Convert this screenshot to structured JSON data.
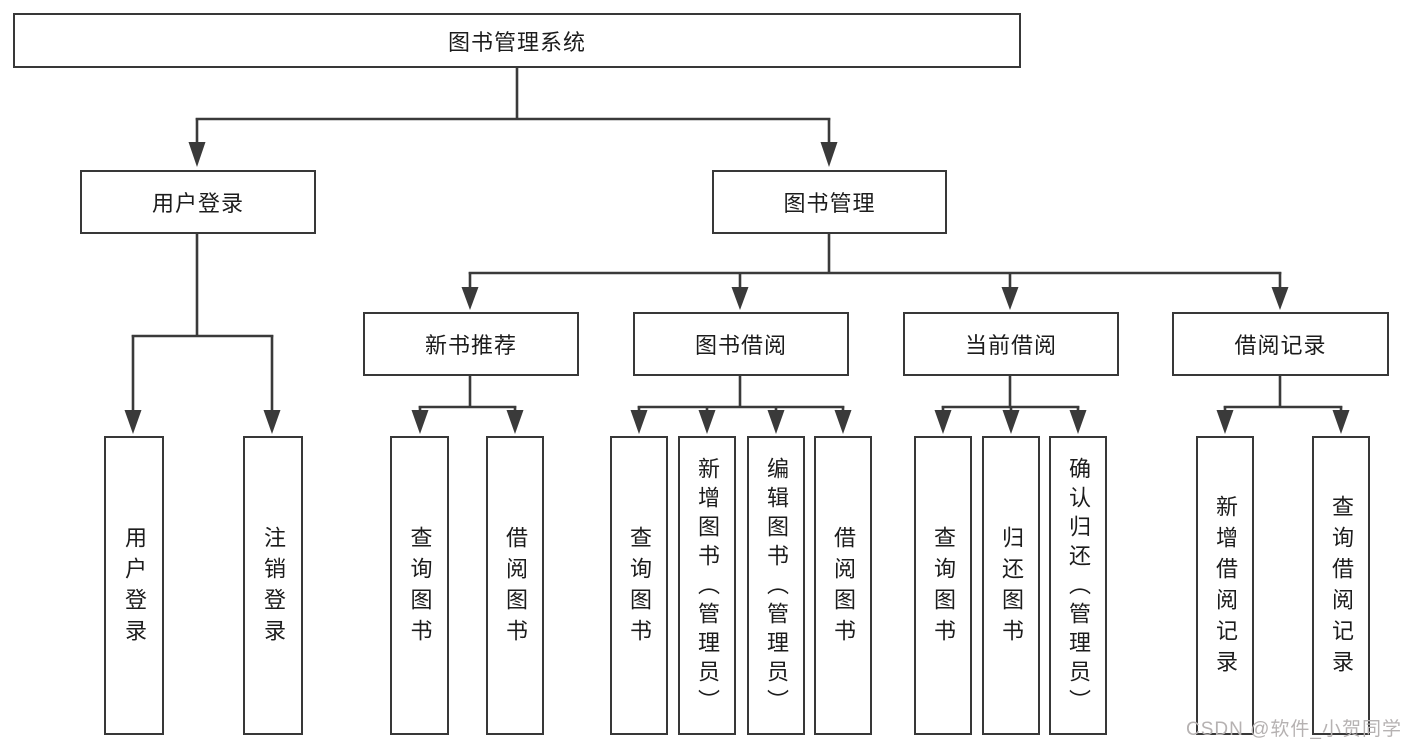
{
  "root": {
    "label": "图书管理系统"
  },
  "level2": [
    {
      "id": "user-login",
      "label": "用户登录"
    },
    {
      "id": "book-management",
      "label": "图书管理"
    }
  ],
  "level3": [
    {
      "id": "new-book-recommend",
      "label": "新书推荐"
    },
    {
      "id": "book-borrow",
      "label": "图书借阅"
    },
    {
      "id": "current-borrow",
      "label": "当前借阅"
    },
    {
      "id": "borrow-record",
      "label": "借阅记录"
    }
  ],
  "leaves": [
    {
      "id": "leaf-user-login",
      "label": "用户登录"
    },
    {
      "id": "leaf-logout",
      "label": "注销登录"
    },
    {
      "id": "leaf-recommend-query-book",
      "label": "查询图书"
    },
    {
      "id": "leaf-recommend-borrow-book",
      "label": "借阅图书"
    },
    {
      "id": "leaf-borrow-query-book",
      "label": "查询图书"
    },
    {
      "id": "leaf-borrow-add-book",
      "label": "新增图书（管理员）"
    },
    {
      "id": "leaf-borrow-edit-book",
      "label": "编辑图书（管理员）"
    },
    {
      "id": "leaf-borrow-borrow-book",
      "label": "借阅图书"
    },
    {
      "id": "leaf-current-query-book",
      "label": "查询图书"
    },
    {
      "id": "leaf-current-return-book",
      "label": "归还图书"
    },
    {
      "id": "leaf-current-confirm-return",
      "label": "确认归还（管理员）"
    },
    {
      "id": "leaf-record-add",
      "label": "新增借阅记录"
    },
    {
      "id": "leaf-record-query",
      "label": "查询借阅记录"
    }
  ],
  "watermark": "CSDN @软件_小贺同学",
  "colors": {
    "line": "#3a3a3a",
    "text": "#1c1c1c",
    "watermark": "#b6b2b2",
    "background": "#ffffff"
  }
}
